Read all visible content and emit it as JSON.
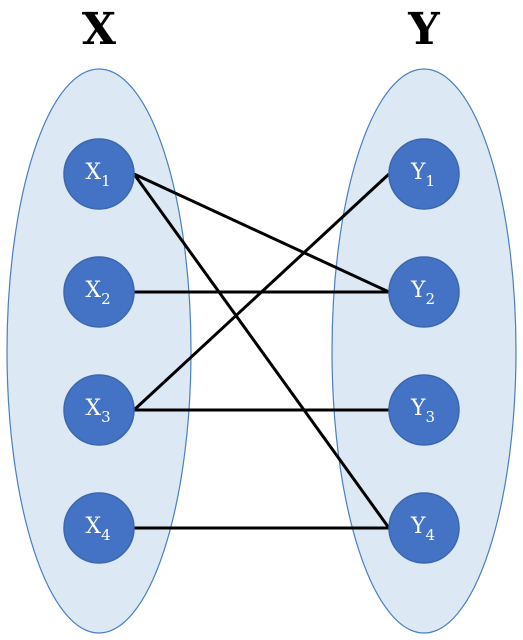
{
  "sets": {
    "left": {
      "title": "X",
      "fill": "#dde8f5"
    },
    "right": {
      "title": "Y",
      "fill": "#dde8f5"
    }
  },
  "node_color": "#4472c4",
  "left_nodes": [
    {
      "id": "X1",
      "letter": "X",
      "sub": "1"
    },
    {
      "id": "X2",
      "letter": "X",
      "sub": "2"
    },
    {
      "id": "X3",
      "letter": "X",
      "sub": "3"
    },
    {
      "id": "X4",
      "letter": "X",
      "sub": "4"
    }
  ],
  "right_nodes": [
    {
      "id": "Y1",
      "letter": "Y",
      "sub": "1"
    },
    {
      "id": "Y2",
      "letter": "Y",
      "sub": "2"
    },
    {
      "id": "Y3",
      "letter": "Y",
      "sub": "3"
    },
    {
      "id": "Y4",
      "letter": "Y",
      "sub": "4"
    }
  ],
  "edges": [
    [
      "X1",
      "Y2"
    ],
    [
      "X1",
      "Y4"
    ],
    [
      "X2",
      "Y2"
    ],
    [
      "X3",
      "Y1"
    ],
    [
      "X3",
      "Y3"
    ],
    [
      "X4",
      "Y4"
    ]
  ]
}
